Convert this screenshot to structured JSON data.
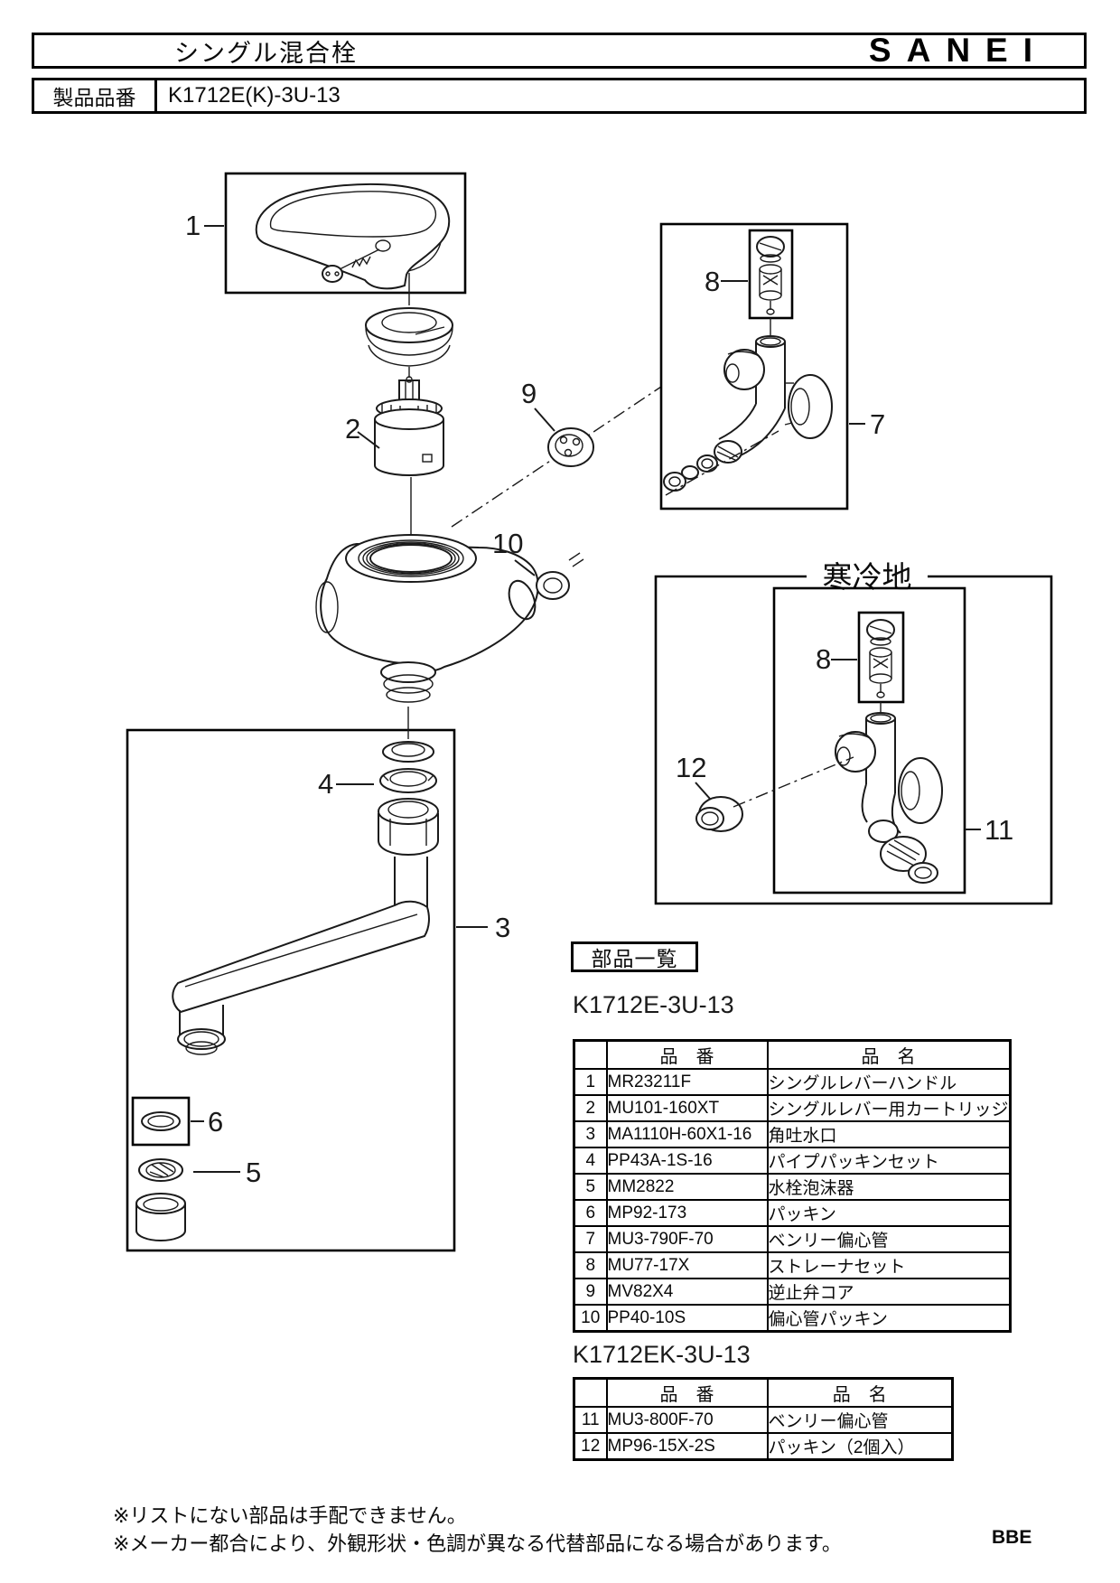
{
  "header": {
    "title": "シングル混合栓",
    "logo": "SANEI"
  },
  "product": {
    "label": "製品品番",
    "code": "K1712E(K)-3U-13"
  },
  "diagram": {
    "cold_region_label": "寒冷地",
    "callouts": {
      "n1": "1",
      "n2": "2",
      "n3": "3",
      "n4": "4",
      "n5": "5",
      "n6": "6",
      "n7": "7",
      "n8": "8",
      "n9": "9",
      "n10": "10",
      "n11": "11",
      "n12": "12"
    }
  },
  "parts_list": {
    "section_title": "部品一覧",
    "tables": [
      {
        "model": "K1712E-3U-13",
        "col_part": "品　番",
        "col_name": "品　名",
        "rows": [
          {
            "no": "1",
            "part": "MR23211F",
            "name": "シングルレバーハンドル"
          },
          {
            "no": "2",
            "part": "MU101-160XT",
            "name": "シングルレバー用カートリッジ"
          },
          {
            "no": "3",
            "part": "MA1110H-60X1-16",
            "name": "角吐水口"
          },
          {
            "no": "4",
            "part": "PP43A-1S-16",
            "name": "パイプパッキンセット"
          },
          {
            "no": "5",
            "part": "MM2822",
            "name": "水栓泡沫器"
          },
          {
            "no": "6",
            "part": "MP92-173",
            "name": "パッキン"
          },
          {
            "no": "7",
            "part": "MU3-790F-70",
            "name": "ベンリー偏心管"
          },
          {
            "no": "8",
            "part": "MU77-17X",
            "name": "ストレーナセット"
          },
          {
            "no": "9",
            "part": "MV82X4",
            "name": "逆止弁コア"
          },
          {
            "no": "10",
            "part": "PP40-10S",
            "name": "偏心管パッキン"
          }
        ]
      },
      {
        "model": "K1712EK-3U-13",
        "col_part": "品　番",
        "col_name": "品　名",
        "rows": [
          {
            "no": "11",
            "part": "MU3-800F-70",
            "name": "ベンリー偏心管"
          },
          {
            "no": "12",
            "part": "MP96-15X-2S",
            "name": "パッキン（2個入）"
          }
        ]
      }
    ]
  },
  "footer": {
    "note1": "※リストにない部品は手配できません。",
    "note2": "※メーカー都合により、外観形状・色調が異なる代替部品になる場合があります。",
    "code": "BBE"
  }
}
